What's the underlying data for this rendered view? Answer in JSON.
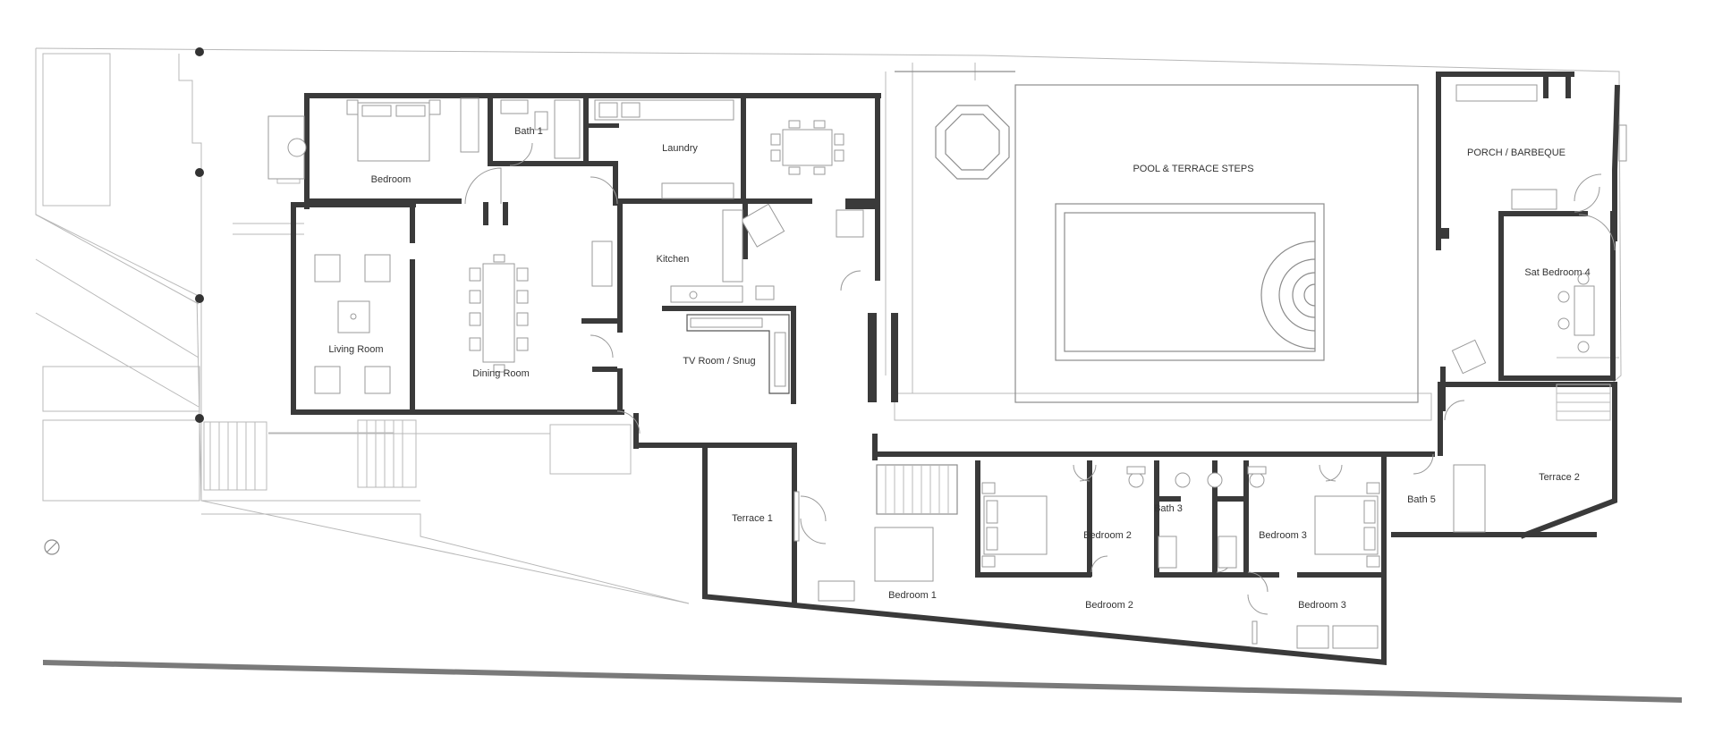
{
  "rooms": {
    "bedroom": "Bedroom",
    "bath1": "Bath 1",
    "laundry": "Laundry",
    "kitchen": "Kitchen",
    "living_room": "Living Room",
    "dining_room": "Dining Room",
    "tv_room": "TV Room / Snug",
    "pool": "POOL & TERRACE STEPS",
    "porch": "PORCH / BARBEQUE",
    "sat_bedroom4": "Sat Bedroom 4",
    "terrace1": "Terrace 1",
    "terrace2": "Terrace 2",
    "bedroom1": "Bedroom 1",
    "bedroom2_upper": "Bedroom 2",
    "bath3": "Bath 3",
    "bedroom3_upper": "Bedroom 3",
    "bath5": "Bath 5",
    "bedroom2_lower": "Bedroom 2",
    "bedroom3_lower": "Bedroom 3"
  },
  "colors": {
    "wall": "#3a3a3a",
    "site_line": "#b8b8b8",
    "furniture": "#9a9a9a"
  }
}
